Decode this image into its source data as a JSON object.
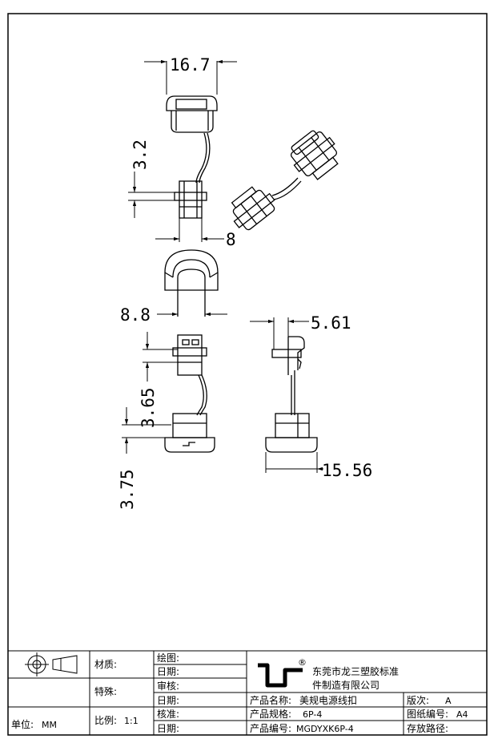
{
  "dimensions": {
    "top_width": "16.7",
    "clip_height": "3.2",
    "clip_width": "8",
    "arch_width": "8.8",
    "side_offset": "5.61",
    "lower_clip_height": "3.65",
    "base_height": "3.75",
    "base_width": "15.56"
  },
  "title_block": {
    "material_label": "材质:",
    "special_label": "特殊:",
    "unit_label": "单位:",
    "unit_value": "MM",
    "scale_label": "比例:",
    "scale_value": "1:1",
    "drawn_label": "绘图:",
    "date_label_1": "日期:",
    "review_label": "审核:",
    "date_label_2": "日期:",
    "approve_label": "核准:",
    "date_label_3": "日期:",
    "company_line1": "东莞市龙三塑胶标准",
    "company_line2": "件制造有限公司",
    "registered_mark": "®",
    "product_name_label": "产品名称:",
    "product_name_value": "美规电源线扣",
    "product_spec_label": "产品规格:",
    "product_spec_value": "6P-4",
    "product_code_label": "产品编号:",
    "product_code_value": "MGDYXK6P-4",
    "revision_label": "版次:",
    "revision_value": "A",
    "sheet_label": "图纸编号:",
    "sheet_value": "A4",
    "path_label": "存放路径:"
  }
}
